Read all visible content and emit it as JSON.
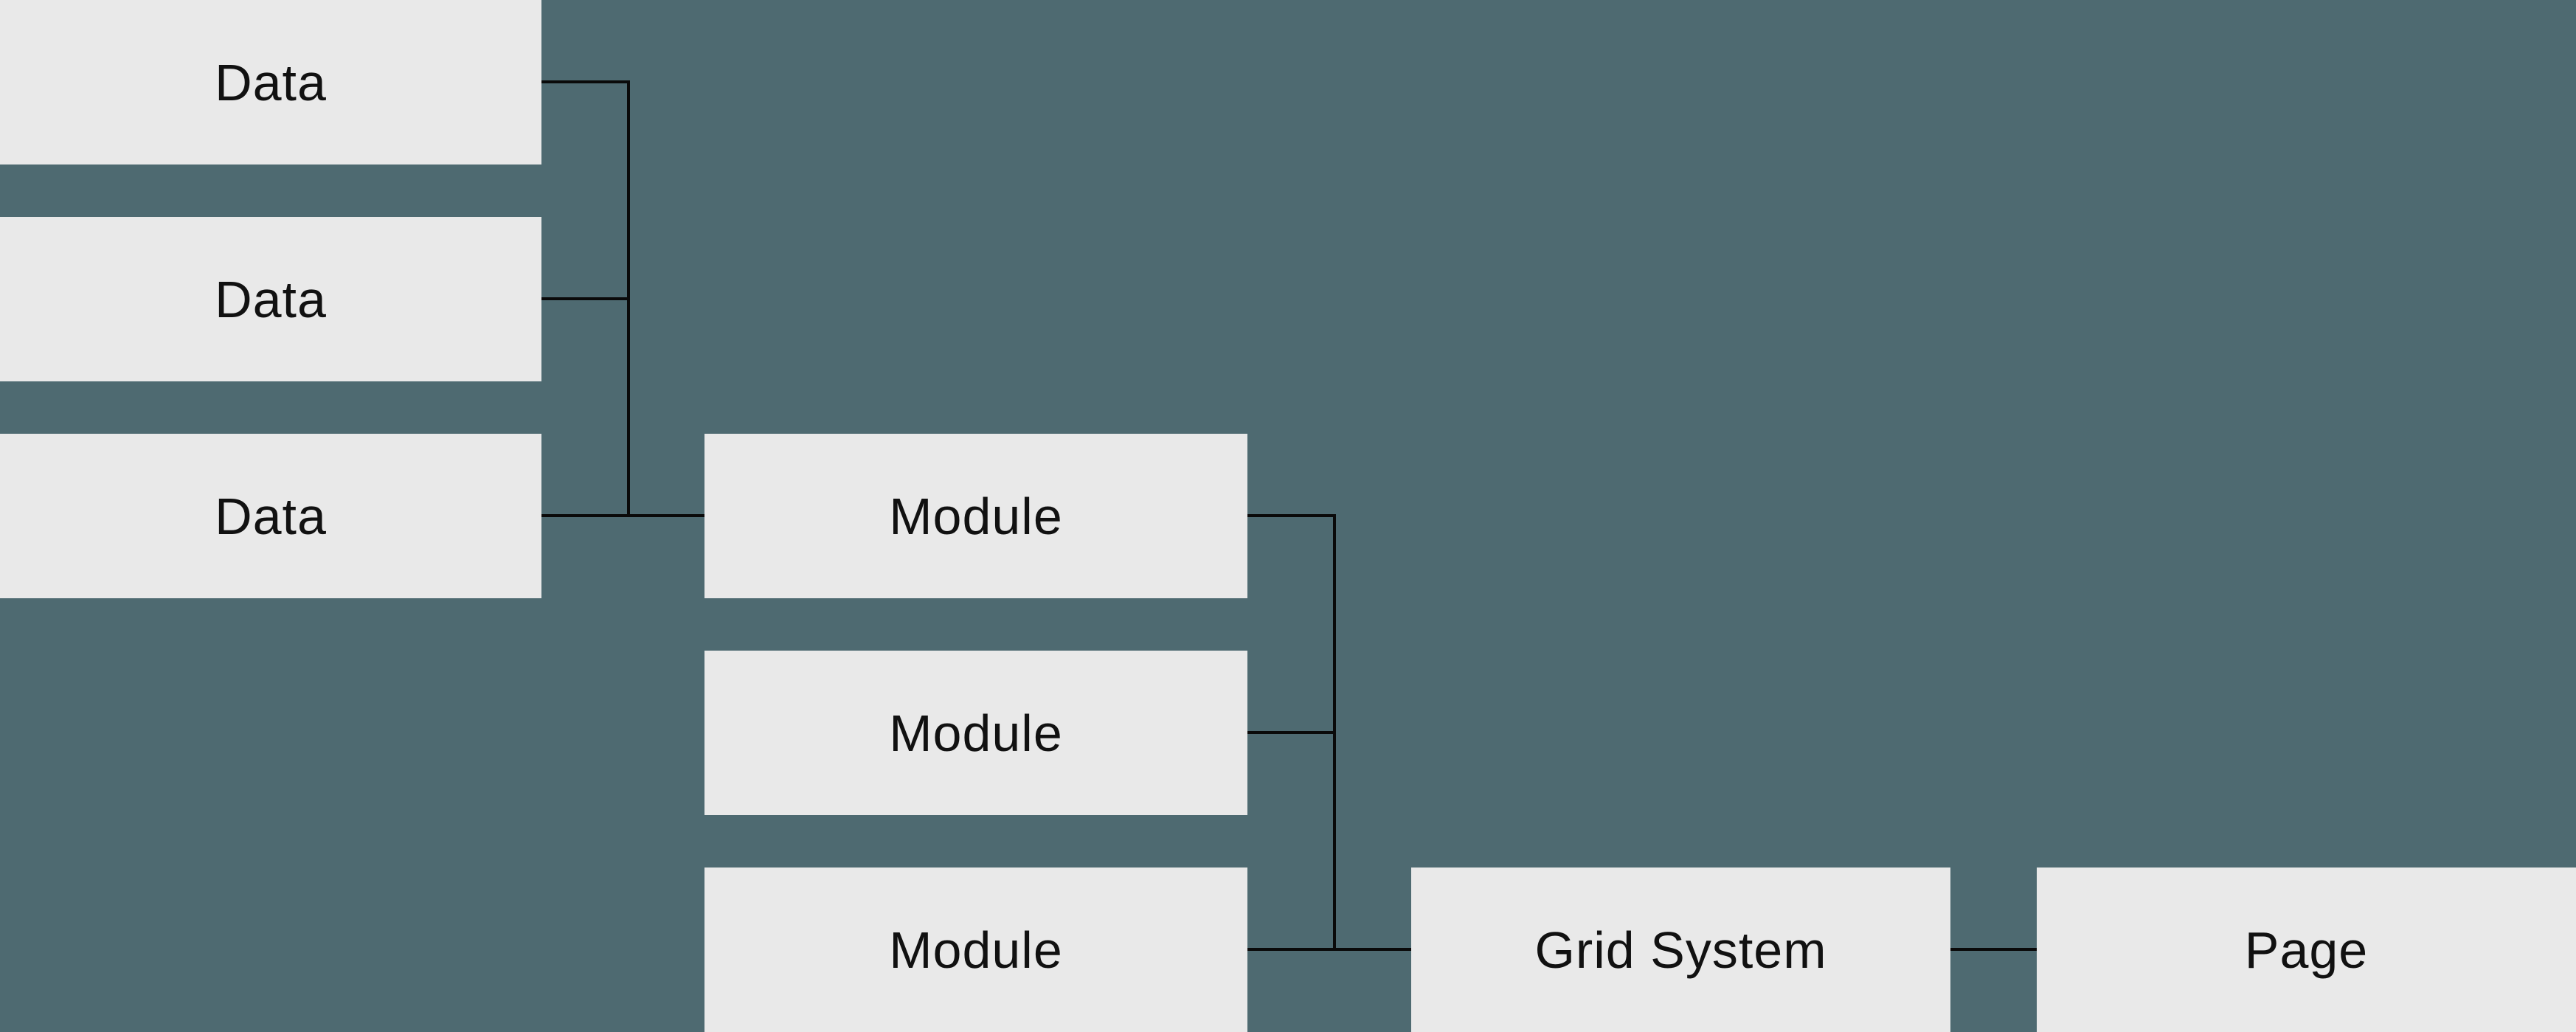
{
  "diagram": {
    "type": "tree-flowchart",
    "colors": {
      "background": "#4e6a71",
      "node_fill": "#e9e9e9",
      "connector": "#0a0a0a",
      "text": "#111111"
    },
    "nodes": [
      {
        "id": "data-1",
        "label": "Data"
      },
      {
        "id": "data-2",
        "label": "Data"
      },
      {
        "id": "data-3",
        "label": "Data"
      },
      {
        "id": "module-1",
        "label": "Module"
      },
      {
        "id": "module-2",
        "label": "Module"
      },
      {
        "id": "module-3",
        "label": "Module"
      },
      {
        "id": "grid-system",
        "label": "Grid System"
      },
      {
        "id": "page",
        "label": "Page"
      }
    ],
    "edges": [
      {
        "from": "data-1",
        "to": "module-1"
      },
      {
        "from": "data-2",
        "to": "module-1"
      },
      {
        "from": "data-3",
        "to": "module-1"
      },
      {
        "from": "module-1",
        "to": "grid-system"
      },
      {
        "from": "module-2",
        "to": "grid-system"
      },
      {
        "from": "module-3",
        "to": "grid-system"
      },
      {
        "from": "grid-system",
        "to": "page"
      }
    ]
  }
}
